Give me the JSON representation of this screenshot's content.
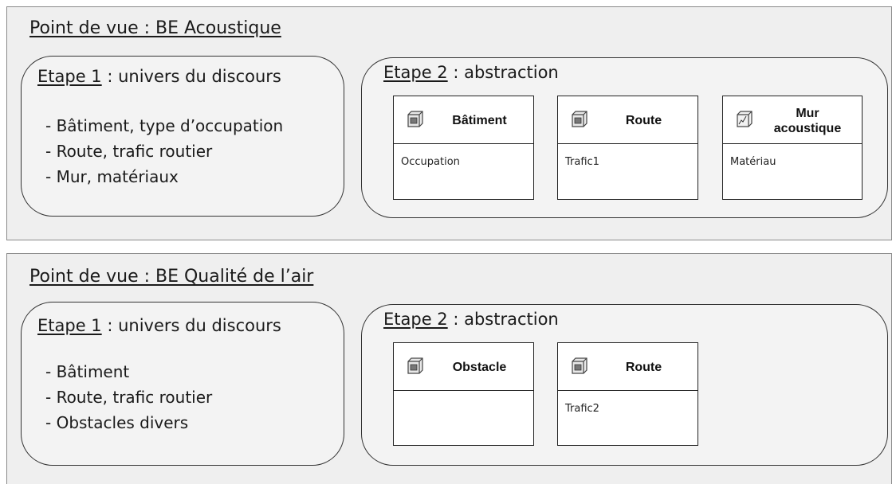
{
  "viewpoints": [
    {
      "title": "Point de vue : BE Acoustique",
      "step1": {
        "label": "Etape 1",
        "suffix": " : univers du discours",
        "items": [
          "- Bâtiment, type d’occupation",
          "- Route, trafic routier",
          "- Mur, matériaux"
        ]
      },
      "step2": {
        "label": "Etape 2",
        "suffix": " : abstraction",
        "classes": [
          {
            "name": "Bâtiment",
            "attribute": "Occupation",
            "icon": "box-icon"
          },
          {
            "name": "Route",
            "attribute": "Trafic1",
            "icon": "box-icon"
          },
          {
            "name": "Mur acoustique",
            "attribute": "Matériau",
            "icon": "wall-icon"
          }
        ]
      }
    },
    {
      "title": "Point de vue : BE Qualité de l’air",
      "step1": {
        "label": "Etape 1",
        "suffix": " : univers du discours",
        "items": [
          "- Bâtiment",
          "- Route, trafic routier",
          "- Obstacles divers"
        ]
      },
      "step2": {
        "label": "Etape 2",
        "suffix": " : abstraction",
        "classes": [
          {
            "name": "Obstacle",
            "attribute": "",
            "icon": "box-icon"
          },
          {
            "name": "Route",
            "attribute": "Trafic2",
            "icon": "box-icon"
          }
        ]
      }
    }
  ]
}
